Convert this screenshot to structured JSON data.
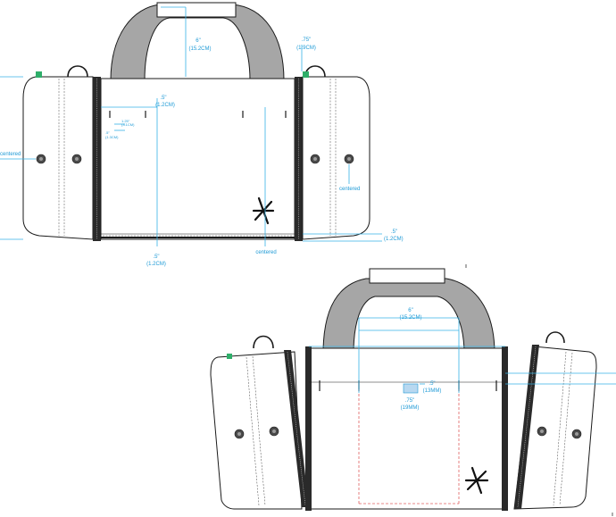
{
  "view1": {
    "strap_height": "6\"",
    "strap_height_metric": "(15.2CM)",
    "ring_offset": ".75\"",
    "ring_offset_metric": "(1.9CM)",
    "tab_inset": ".5\"",
    "tab_inset_metric": "(1.2CM)",
    "small_dim_a": "1.25\"",
    "small_dim_a_metric": "(3.1CM)",
    "small_dim_b": ".5\"",
    "small_dim_b_metric": "(1.3CM)",
    "centered_left": "centered",
    "centered_right": "centered",
    "side_offset": ".5\"",
    "side_offset_metric": "(1.2CM)",
    "bottom_offset": ".5\"",
    "bottom_offset_metric": "(1.2CM)",
    "centered_bottom": "centered"
  },
  "view2": {
    "strap_height": "6\"",
    "strap_height_metric": "(15.2CM)",
    "label_height": ".5\"",
    "label_height_metric": "(13MM)",
    "label_width": ".75\"",
    "label_width_metric": "(19MM)"
  },
  "colors": {
    "dimension": "#1e9ad6",
    "strap": "#a6a6a6",
    "stitch_guide": "#e06060",
    "tag": "#2fae6a"
  }
}
